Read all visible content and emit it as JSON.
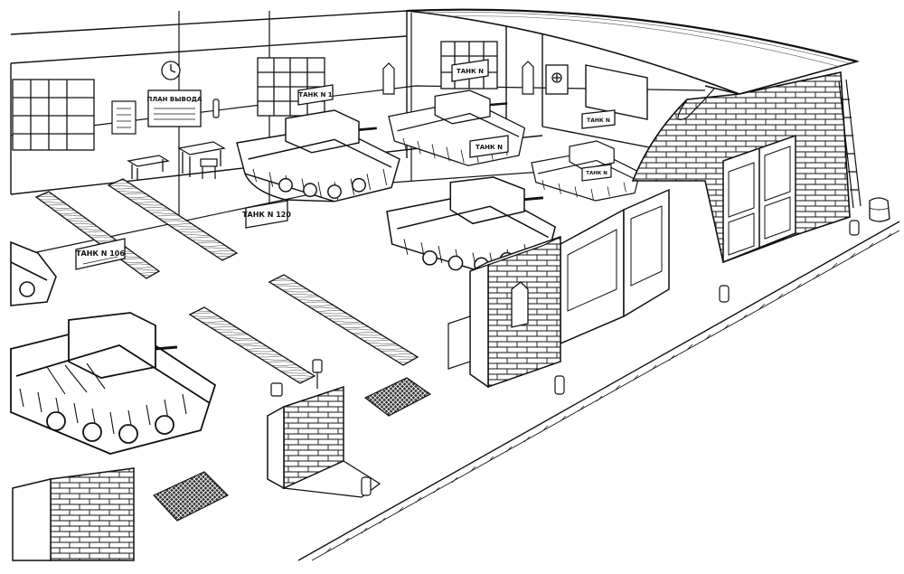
{
  "colors": {
    "ink": "#111111",
    "paper": "#ffffff",
    "shade": "#555555",
    "hatch": "#222222"
  },
  "signs": {
    "tank_106": "ТАНК N 106",
    "tank_1": "ТАНК N 1",
    "tank_120": "ТАНК N 120",
    "tank_mid": "ТАНК N",
    "tank_back": "ТАНК N",
    "tank_right": "ТАНК N",
    "tank_far_right": "ТАНК N",
    "plan_board": "ПЛАН ВЫВОДА"
  }
}
